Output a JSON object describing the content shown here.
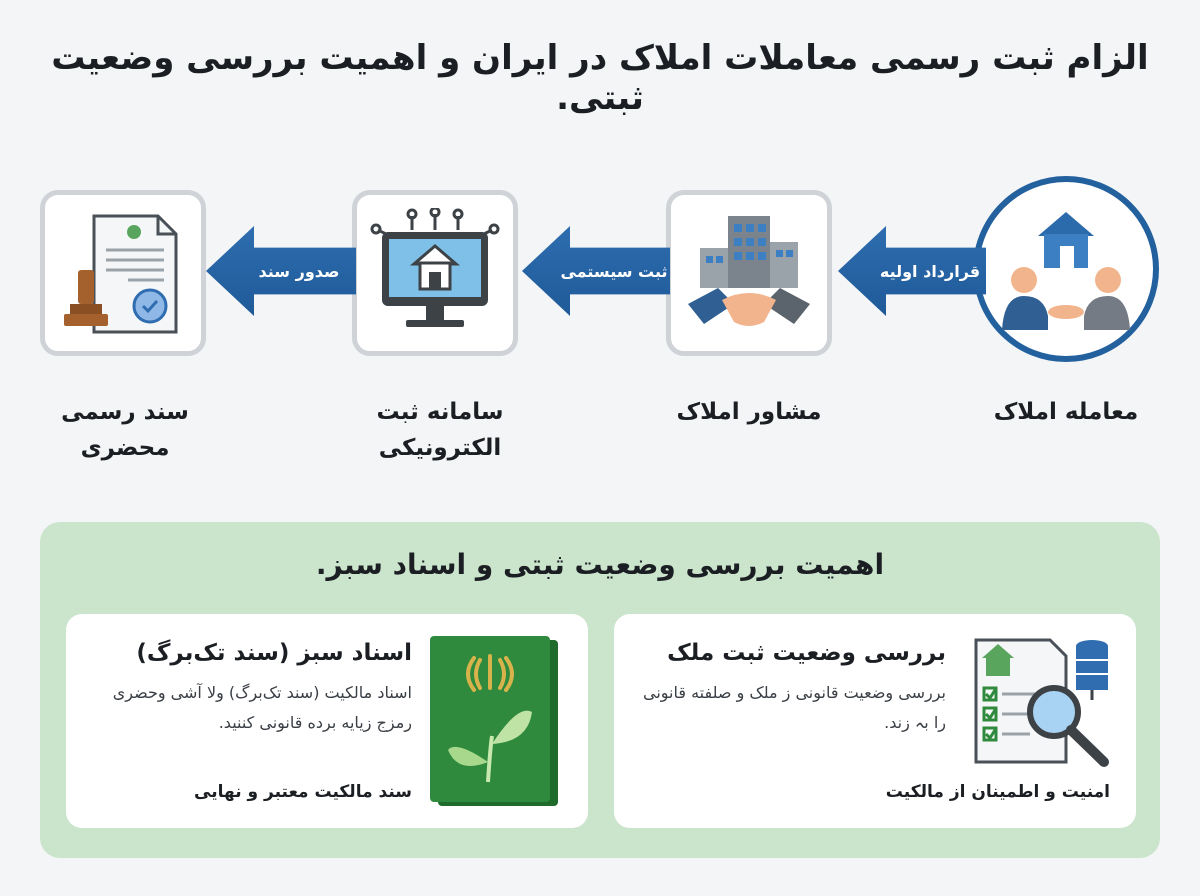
{
  "header": {
    "title": "الزام ثبت رسمی معاملات املاک در ایران و اهمیت بررسی وضعیت ثبتی."
  },
  "flow": {
    "steps": [
      {
        "label": "معامله املاک",
        "icon": "people-house-icon"
      },
      {
        "label": "مشاور املاک",
        "icon": "building-handshake-icon"
      },
      {
        "label": "سامانه ثبت الکترونیکی",
        "icon": "computer-house-icon"
      },
      {
        "label": "سند رسمی محضری",
        "icon": "certificate-stamp-icon"
      }
    ],
    "arrows": [
      {
        "label": "قرارداد اولیه"
      },
      {
        "label": "ثبت سیستمی"
      },
      {
        "label": "صدور سند"
      }
    ]
  },
  "panel": {
    "title": "اهمیت بررسی وضعیت ثبتی و اسناد سبز.",
    "cards": [
      {
        "title": "بررسی وضعیت ثبت ملک",
        "body": "بررسی وضعیت قانونی ز ملک و صلفته قانونی را بہ زند.",
        "footer": "امنیت و اطمینان از مالکیت",
        "icon": "document-magnifier-database-icon"
      },
      {
        "title": "اسناد سبز (سند تک‌برگ)",
        "body": "اسناد مالکیت (سند تک‌برگ) ولا آشی وحضری رمزج زیایه برده قانونی کننید.",
        "footer": "سند مالکیت معتبر و نهایی",
        "icon": "green-deed-booklet-icon"
      }
    ]
  },
  "colors": {
    "accent_blue": "#23609e",
    "box_border": "#cfd3d7",
    "panel_green": "#cbe5cd",
    "booklet_green": "#2f8a3e"
  }
}
